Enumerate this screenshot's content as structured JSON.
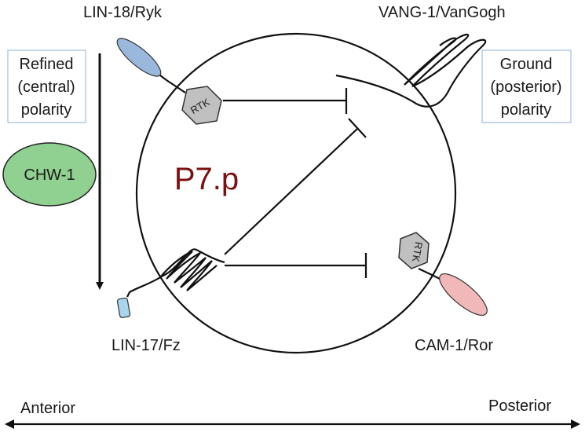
{
  "cell": {
    "name": "P7.p",
    "name_color": "#7a1010"
  },
  "proteins": {
    "lin18": "LIN-18/Ryk",
    "vang1": "VANG-1/VanGogh",
    "lin17": "LIN-17/Fz",
    "cam1": "CAM-1/Ror"
  },
  "rtk_label": "RTK",
  "boxes": {
    "refined": [
      "Refined",
      "(central)",
      "polarity"
    ],
    "ground": [
      "Ground",
      "(posterior)",
      "polarity"
    ]
  },
  "chw1": {
    "label": "CHW-1",
    "color": "#90d090"
  },
  "axis": {
    "left": "Anterior",
    "right": "Posterior"
  },
  "colors": {
    "lin18_ellipse": "#9ab8dc",
    "cam1_ellipse": "#f0b8b8",
    "lin17_cylinder": "#a8d4ec",
    "rtk_hex": "#c0c0c0",
    "box_border": "#a8c4dc"
  }
}
